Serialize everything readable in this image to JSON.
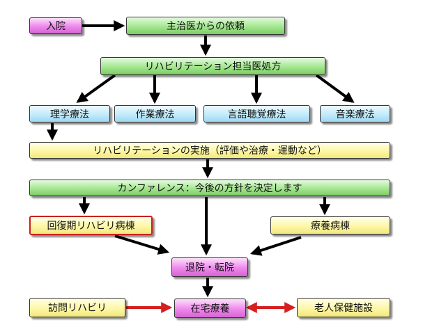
{
  "colors": {
    "arrow": "#000000",
    "arrow_red": "#d42020",
    "fill_pink": "#ee88ec",
    "fill_green": "#a4e68f",
    "fill_blue": "#c2ebfb",
    "fill_yellow": "#fdf7a6",
    "highlight_border": "#cc1f1f"
  },
  "nodes": {
    "admission": "入院",
    "request": "主治医からの依頼",
    "prescription": "リハビリテーション担当医処方",
    "pt": "理学療法",
    "ot": "作業療法",
    "st": "言語聴覚療法",
    "music": "音楽療法",
    "implementation": "リハビリテーションの実施（評価や治療・運動など）",
    "conference": "カンファレンス：今後の方針を決定します",
    "recovery_ward": "回復期リハビリ病棟",
    "care_ward": "療養病棟",
    "discharge": "退院・転院",
    "home_rehab": "訪問リハビリ",
    "home_care": "在宅療養",
    "elderly_facility": "老人保健施設"
  },
  "edges": [
    {
      "from": "admission",
      "to": "request",
      "color": "black",
      "style": "one-way"
    },
    {
      "from": "request",
      "to": "prescription",
      "color": "black",
      "style": "one-way"
    },
    {
      "from": "prescription",
      "to": "pt",
      "color": "black",
      "style": "one-way"
    },
    {
      "from": "prescription",
      "to": "ot",
      "color": "black",
      "style": "one-way"
    },
    {
      "from": "prescription",
      "to": "st",
      "color": "black",
      "style": "one-way"
    },
    {
      "from": "prescription",
      "to": "music",
      "color": "black",
      "style": "one-way"
    },
    {
      "from": "pt",
      "to": "implementation",
      "color": "black",
      "style": "one-way"
    },
    {
      "from": "implementation",
      "to": "conference",
      "color": "black",
      "style": "one-way"
    },
    {
      "from": "conference",
      "to": "recovery_ward",
      "color": "black",
      "style": "one-way"
    },
    {
      "from": "conference",
      "to": "care_ward",
      "color": "black",
      "style": "one-way"
    },
    {
      "from": "conference",
      "to": "discharge",
      "color": "black",
      "style": "one-way"
    },
    {
      "from": "recovery_ward",
      "to": "discharge",
      "color": "black",
      "style": "one-way"
    },
    {
      "from": "care_ward",
      "to": "discharge",
      "color": "black",
      "style": "one-way"
    },
    {
      "from": "discharge",
      "to": "home_care",
      "color": "black",
      "style": "one-way"
    },
    {
      "from": "home_rehab",
      "to": "home_care",
      "color": "red",
      "style": "one-way"
    },
    {
      "from": "home_care",
      "to": "elderly_facility",
      "color": "red",
      "style": "two-way"
    }
  ]
}
